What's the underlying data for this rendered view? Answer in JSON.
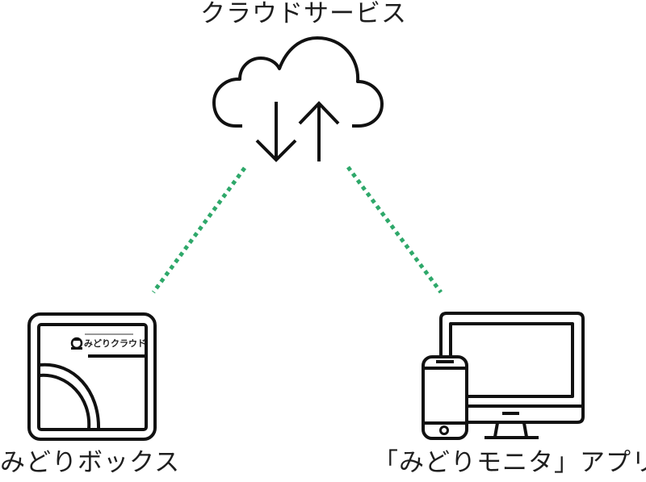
{
  "cloud": {
    "label": "クラウドサービス",
    "icon": "cloud-sync-icon"
  },
  "device_box": {
    "label": "みどりボックス",
    "icon": "midori-box-icon",
    "logo_text": "みどりクラウド"
  },
  "app": {
    "label": "「みどりモニタ」アプリ",
    "icon": "phone-and-monitor-icon"
  },
  "connections": [
    {
      "from": "cloud",
      "to": "device_box",
      "style": "dotted"
    },
    {
      "from": "cloud",
      "to": "app",
      "style": "dotted"
    }
  ],
  "colors": {
    "connection": "#2ea86a",
    "stroke": "#111111"
  }
}
